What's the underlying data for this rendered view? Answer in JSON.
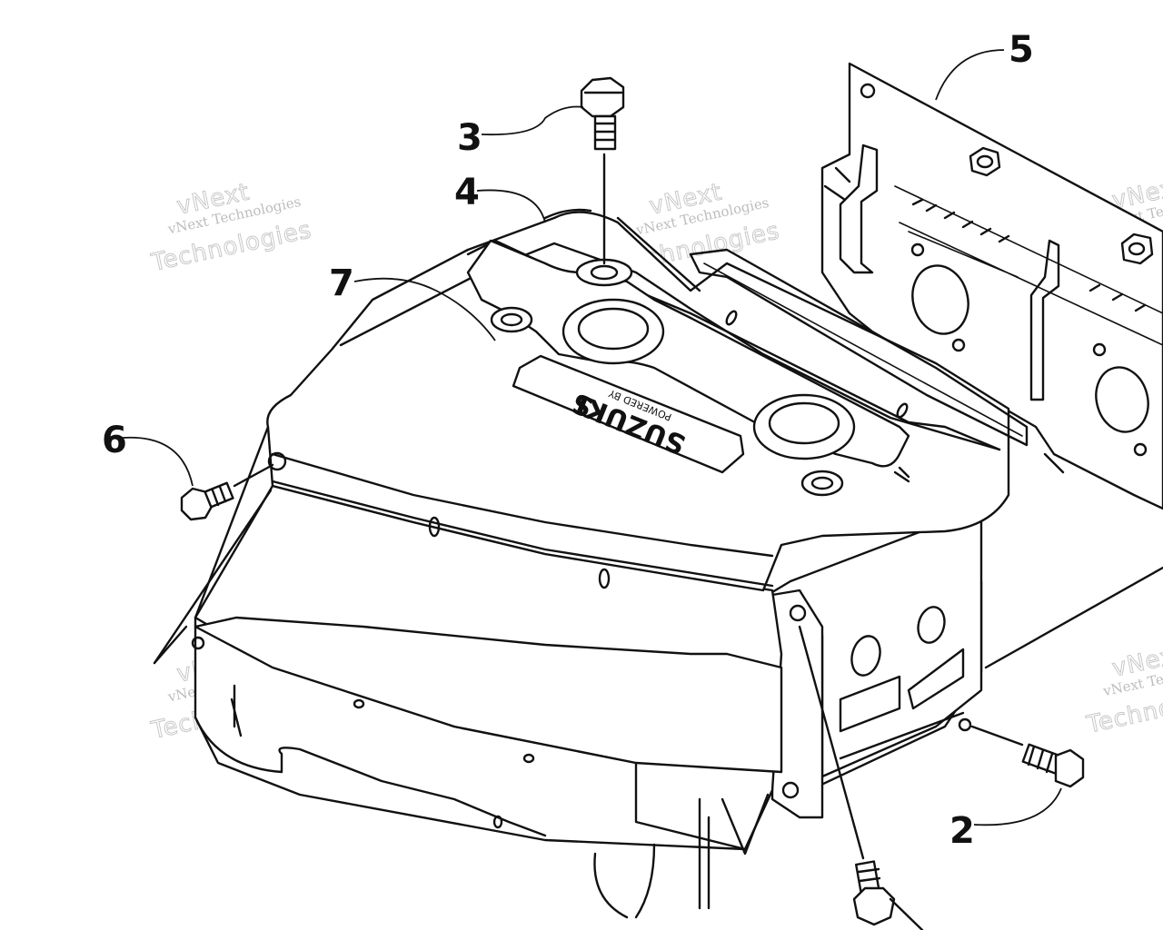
{
  "diagram": {
    "callouts": [
      {
        "id": "callout-1",
        "label": "5"
      },
      {
        "id": "callout-2",
        "label": "3"
      },
      {
        "id": "callout-3",
        "label": "4"
      },
      {
        "id": "callout-4",
        "label": "7"
      },
      {
        "id": "callout-5",
        "label": "6"
      },
      {
        "id": "callout-6",
        "label": "2"
      }
    ],
    "logo": {
      "brand": "SUZUKI",
      "subtitle": "POWERED BY",
      "mark": "S"
    },
    "watermark": {
      "line1": "vNext Technologies",
      "line2": "vNext",
      "line3": "Technologies"
    },
    "colors": {
      "ink": "#111111",
      "background": "#ffffff",
      "watermark": "#c8c8c8"
    }
  }
}
